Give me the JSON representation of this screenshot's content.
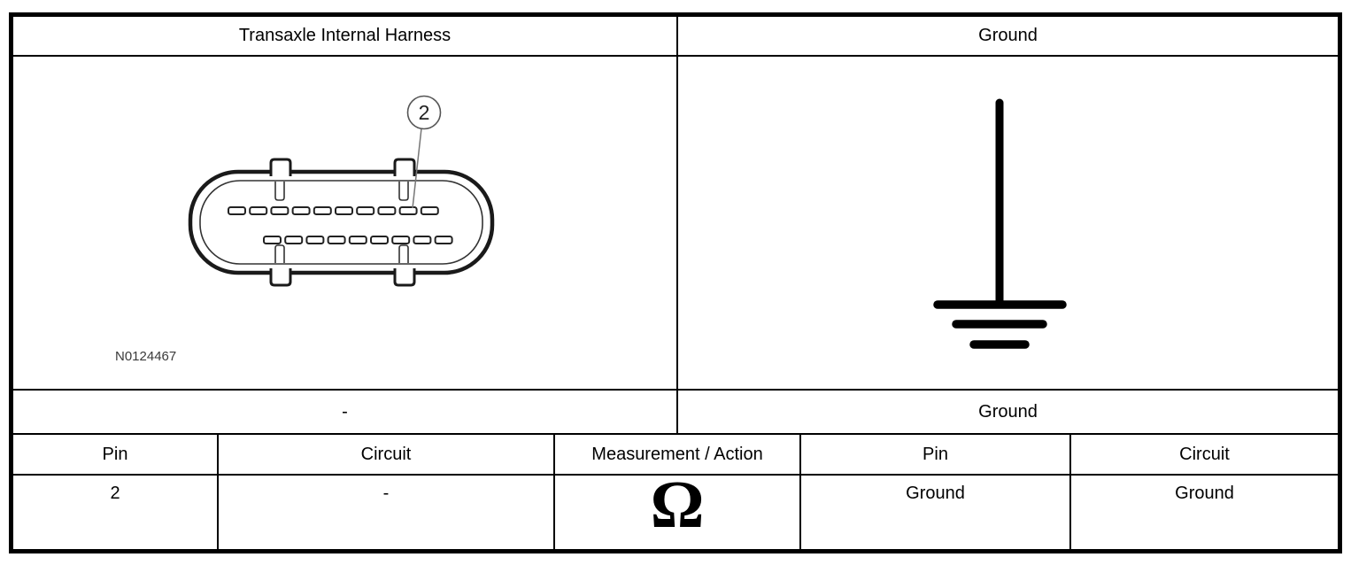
{
  "title_row": {
    "left": "Transaxle Internal Harness",
    "right": "Ground"
  },
  "figure": {
    "left_icon": "connector-face-diagram",
    "callout_label": "2",
    "figure_number": "N0124467",
    "right_icon": "ground-symbol"
  },
  "connection_row": {
    "left": "-",
    "right": "Ground"
  },
  "measurement_table": {
    "headers": [
      "Pin",
      "Circuit",
      "Measurement / Action",
      "Pin",
      "Circuit"
    ],
    "rows": [
      {
        "cells": [
          "2",
          "-",
          "Ω",
          "Ground",
          "Ground"
        ]
      }
    ]
  },
  "colors": {
    "background": "#ffffff",
    "border": "#000000",
    "diagram_line": "#1a1a1a",
    "thin_line": "#333333",
    "callout_line": "#777777"
  }
}
